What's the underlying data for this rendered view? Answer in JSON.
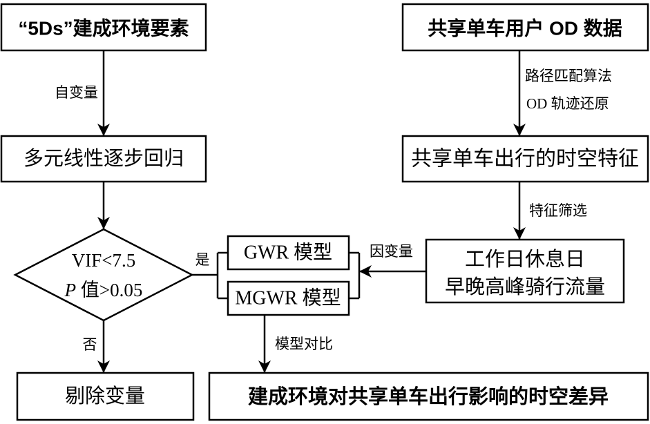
{
  "boxes": {
    "env_elements": "“5Ds”建成环境要素",
    "od_data": "共享单车用户 OD 数据",
    "regression": "多元线性逐步回归",
    "spatiotemporal": "共享单车出行的时空特征",
    "flow_line1": "工作日休息日",
    "flow_line2": "早晚高峰骑行流量",
    "gwr": "GWR 模型",
    "mgwr": "MGWR 模型",
    "remove": "剔除变量",
    "result": "建成环境对共享单车出行影响的时空差异"
  },
  "decision": {
    "line1": "VIF<7.5",
    "line2_var": "P",
    "line2_rest": " 值>0.05"
  },
  "labels": {
    "independent": "自变量",
    "path_match": "路径匹配算法",
    "od_restore": "OD 轨迹还原",
    "feature_select": "特征筛选",
    "dependent": "因变量",
    "yes": "是",
    "no": "否",
    "compare": "模型对比"
  }
}
